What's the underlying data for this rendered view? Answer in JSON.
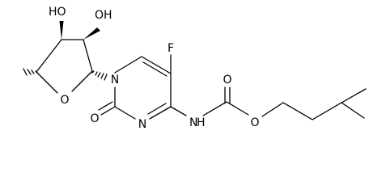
{
  "molecule": {
    "atoms": {
      "oh_upper": "HO",
      "oh_right": "OH",
      "o_ring": "O",
      "n1": "N",
      "fluorine": "F",
      "o_carbonyl_pyr": "O",
      "n3": "N",
      "nh": "N",
      "h": "H",
      "o_carbonyl_carbamate": "O",
      "o_ester": "O"
    }
  }
}
